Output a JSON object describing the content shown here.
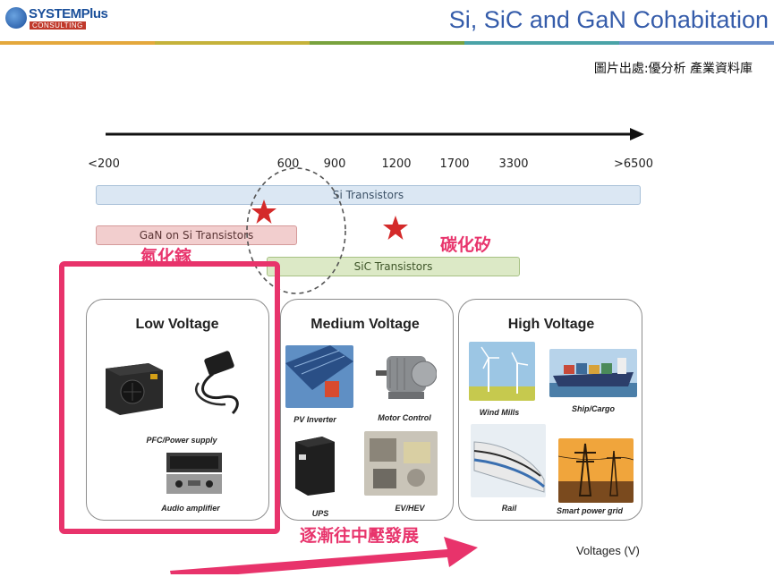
{
  "header": {
    "logo_name": "SYSTEMPlus",
    "logo_sub": "CONSULTING",
    "title": "Si, SiC and GaN Cohabitation",
    "colors": [
      "#e4a83c",
      "#c5b23a",
      "#79a23e",
      "#4aa3a7",
      "#6b8fcb"
    ]
  },
  "source_text": "圖片出處:優分析 產業資料庫",
  "axis": {
    "ticks": [
      "<200",
      "600",
      "900",
      "1200",
      "1700",
      "3300",
      ">6500"
    ],
    "unit_label": "Voltages (V)"
  },
  "bars": {
    "si": "Si Transistors",
    "gan": "GaN on Si Transistors",
    "sic": "SiC Transistors"
  },
  "annotations": {
    "gan_cn": "氮化鎵",
    "sic_cn": "碳化矽",
    "trend_cn": "逐漸往中壓發展",
    "highlight_color": "#e8336b",
    "star_color": "#d42a2a"
  },
  "panels": {
    "low": {
      "title": "Low Voltage",
      "items": [
        "PFC/Power supply",
        "Audio amplifier"
      ]
    },
    "medium": {
      "title": "Medium Voltage",
      "items": [
        "PV Inverter",
        "Motor Control",
        "UPS",
        "EV/HEV"
      ]
    },
    "high": {
      "title": "High Voltage",
      "items": [
        "Wind Mills",
        "Ship/Cargo",
        "Rail",
        "Smart power grid"
      ]
    }
  }
}
